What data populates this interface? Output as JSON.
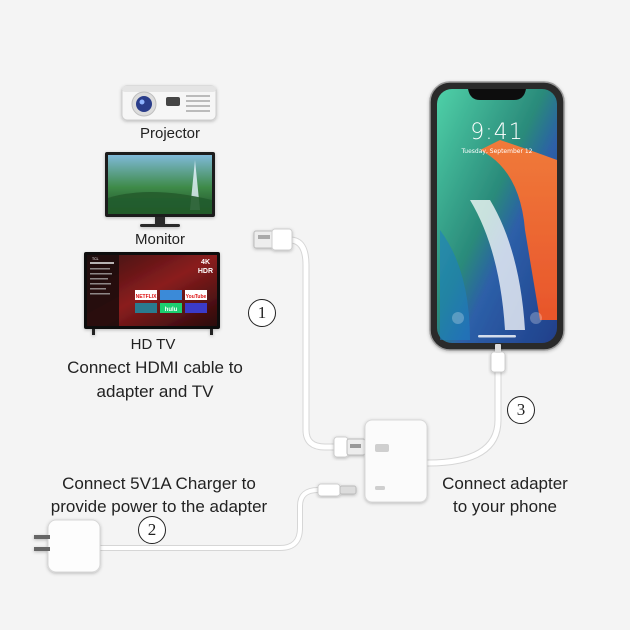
{
  "devices": {
    "projector_label": "Projector",
    "monitor_label": "Monitor",
    "tv_label": "HD TV"
  },
  "steps": {
    "step1_number": "1",
    "step1_text_line1": "Connect HDMI cable to",
    "step1_text_line2": "adapter and TV",
    "step2_number": "2",
    "step2_text_line1": "Connect 5V1A Charger to",
    "step2_text_line2": "provide power to the adapter",
    "step3_number": "3",
    "step3_text_line1": "Connect adapter",
    "step3_text_line2": "to your phone"
  },
  "phone": {
    "time": "9:41",
    "date": "Tuesday, September 12"
  },
  "tv_screen": {
    "badge_top": "4K",
    "badge_bottom": "HDR",
    "brand": "TCL",
    "tiles": [
      "NETFLIX",
      "",
      "YouTube",
      "",
      "hulu",
      ""
    ]
  },
  "colors": {
    "background": "#f4f4f4",
    "cable": "#ffffff",
    "text": "#222222"
  }
}
